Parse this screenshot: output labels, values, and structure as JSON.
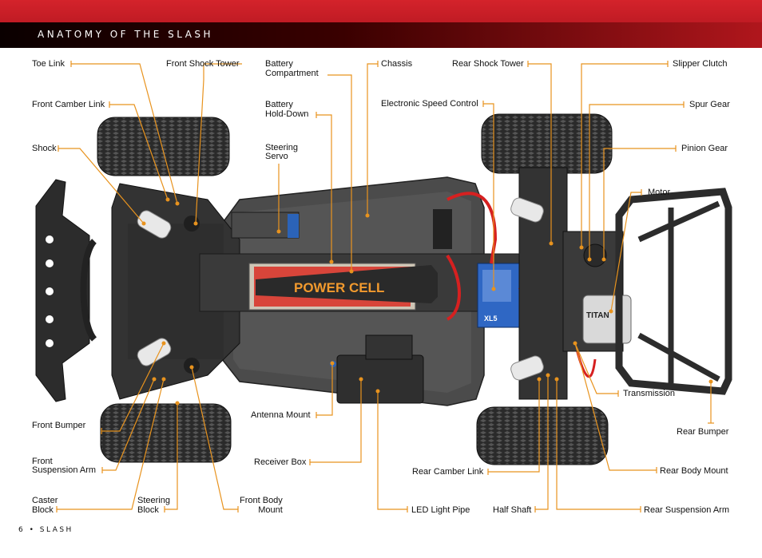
{
  "header": {
    "title": "ANATOMY OF THE SLASH"
  },
  "labels": {
    "toe_link": "Toe Link",
    "front_shock_tower": "Front Shock Tower",
    "battery_compartment": "Battery\nCompartment",
    "chassis": "Chassis",
    "rear_shock_tower": "Rear Shock Tower",
    "slipper_clutch": "Slipper Clutch",
    "front_camber_link": "Front Camber Link",
    "battery_hold_down": "Battery\nHold-Down",
    "esc": "Electronic Speed Control",
    "spur_gear": "Spur Gear",
    "shock": "Shock",
    "steering_servo": "Steering\nServo",
    "pinion_gear": "Pinion Gear",
    "motor": "Motor",
    "transmission": "Transmission",
    "front_bumper": "Front Bumper",
    "antenna_mount": "Antenna Mount",
    "rear_bumper": "Rear Bumper",
    "front_suspension_arm": "Front\nSuspension Arm",
    "receiver_box": "Receiver Box",
    "rear_camber_link": "Rear Camber Link",
    "rear_body_mount": "Rear Body Mount",
    "caster_block": "Caster\nBlock",
    "steering_block": "Steering\nBlock",
    "front_body_mount": "Front Body\nMount",
    "led_light_pipe": "LED Light Pipe",
    "half_shaft": "Half Shaft",
    "rear_suspension_arm": "Rear Suspension Arm"
  },
  "vehicle_markings": {
    "battery_brand": "POWER CELL",
    "motor_brand": "TITAN",
    "esc_model": "XL5"
  },
  "footer": {
    "page": "6 • SLASH"
  },
  "colors": {
    "header_red": "#c8202a",
    "leader": "#e8931e",
    "chassis": "#4a4a4a"
  }
}
